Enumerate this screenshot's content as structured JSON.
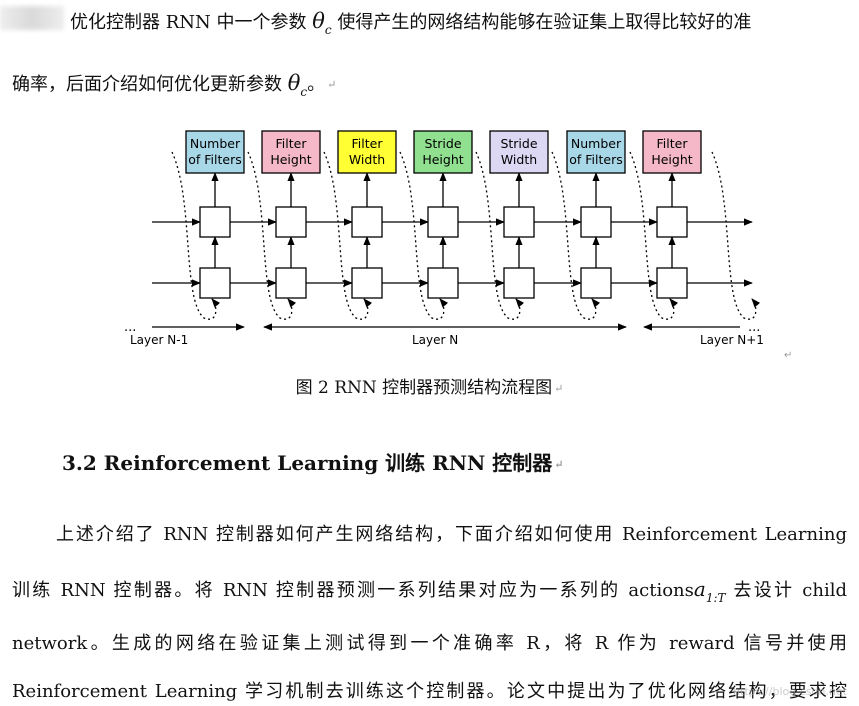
{
  "top_para": {
    "line1_pre": "优化控制器 RNN 中一个参数",
    "theta_symbol": "θ",
    "theta_sub": "c",
    "line1_post": "使得产生的网络结构能够在验证集上取得比较好的准",
    "line2_pre": "确率，后面介绍如何优化更新参数",
    "line2_post": "。"
  },
  "para_mark": "↵",
  "figure": {
    "boxes": [
      {
        "label_line1": "Number",
        "label_line2": "of Filters",
        "color": "#a8d8e8"
      },
      {
        "label_line1": "Filter",
        "label_line2": "Height",
        "color": "#f4b8c8"
      },
      {
        "label_line1": "Filter",
        "label_line2": "Width",
        "color": "#ffff33"
      },
      {
        "label_line1": "Stride",
        "label_line2": "Height",
        "color": "#90e090"
      },
      {
        "label_line1": "Stride",
        "label_line2": "Width",
        "color": "#dcd8f4"
      },
      {
        "label_line1": "Number",
        "label_line2": "of Filters",
        "color": "#a8d8e8"
      },
      {
        "label_line1": "Filter",
        "label_line2": "Height",
        "color": "#f4b8c8"
      }
    ],
    "layer_left": "Layer N-1",
    "layer_mid": "Layer N",
    "layer_right": "Layer N+1",
    "ellipsis": "..."
  },
  "caption": "图 2 RNN 控制器预测结构流程图",
  "heading": "3.2 Reinforcement Learning 训练 RNN 控制器",
  "body": {
    "line1": "上述介绍了 RNN 控制器如何产生网络结构，下面介绍如何使用 Reinforcement Learning",
    "line2_pre": "训练 RNN 控制器。将 RNN 控制器预测一系列结果对应为一系列的 actions",
    "action_symbol": "a",
    "action_sub": "1:T",
    "line2_post": "去设计 child",
    "line3": "network。生成的网络在验证集上测试得到一个准确率 R，将 R 作为 reward 信号并使用",
    "line4": "Reinforcement Learning 学习机制去训练这个控制器。论文中提出为了优化网络结构，要求控"
  }
}
